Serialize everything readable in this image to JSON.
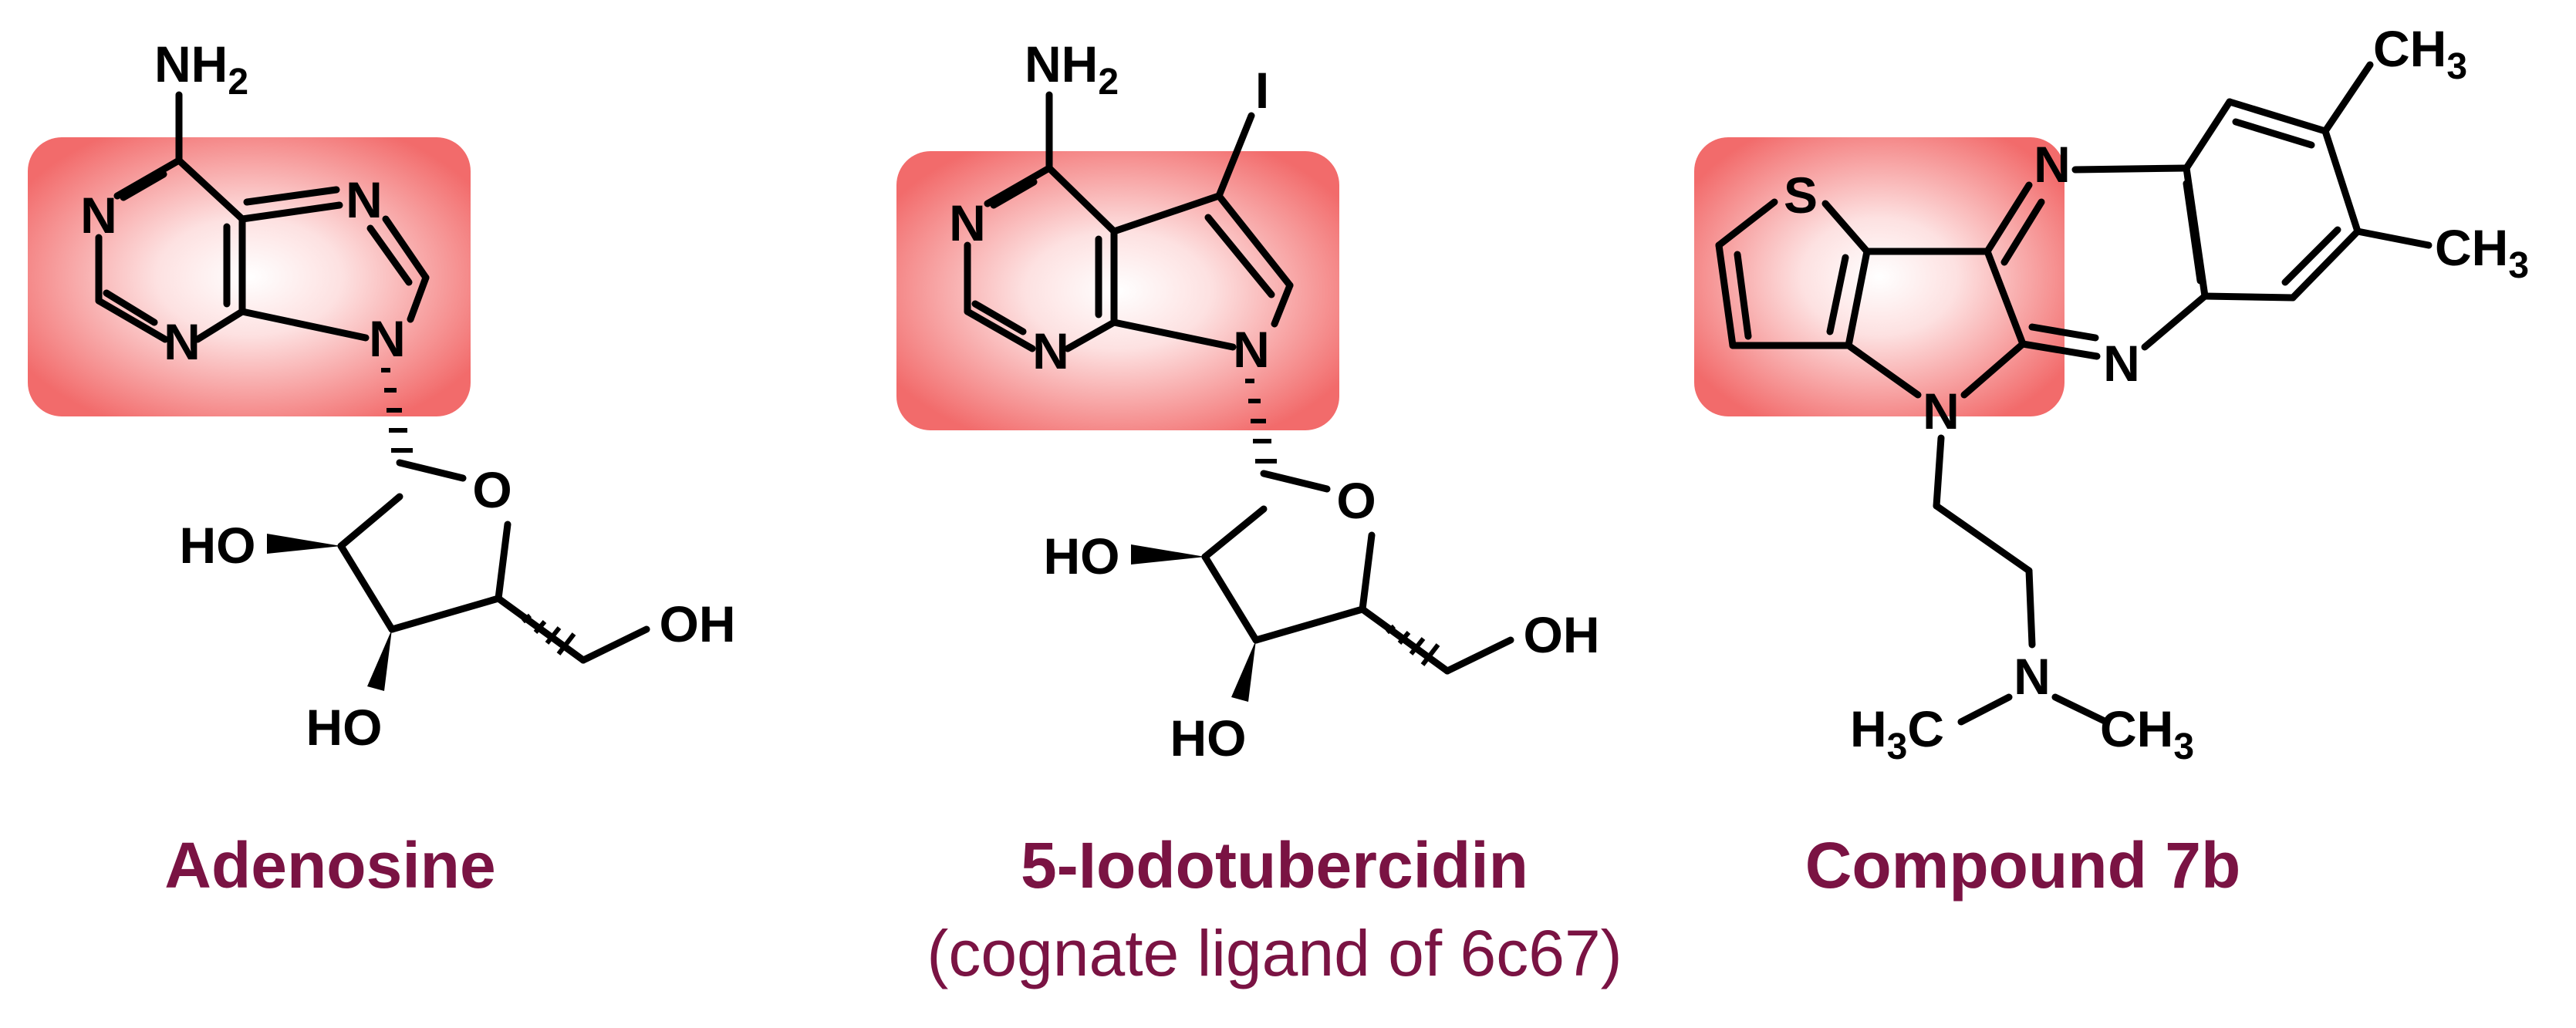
{
  "colors": {
    "caption": "#7a1343",
    "highlight_edge": "#f26b6b",
    "highlight_center": "#ffffff",
    "bond": "#000000"
  },
  "molecules": [
    {
      "name": "Adenosine",
      "atoms": {
        "nh2_a": "NH",
        "nh2_b": "2",
        "n1": "N",
        "n3": "N",
        "n7": "N",
        "n9": "N",
        "o_ring": "O",
        "oh_2": "HO",
        "oh_3": "HO",
        "oh_5": "OH"
      }
    },
    {
      "name": "5-Iodotubercidin",
      "subtitle": "(cognate ligand of 6c67)",
      "atoms": {
        "nh2_a": "NH",
        "nh2_b": "2",
        "iodo": "I",
        "n1": "N",
        "n3": "N",
        "n9": "N",
        "o_ring": "O",
        "oh_2": "HO",
        "oh_3": "HO",
        "oh_5": "OH"
      }
    },
    {
      "name": "Compound 7b",
      "atoms": {
        "s": "S",
        "n_top": "N",
        "n_bottom": "N",
        "n_ring": "N",
        "ch3_top_a": "CH",
        "ch3_top_b": "3",
        "ch3_mid_a": "CH",
        "ch3_mid_b": "3",
        "n_amine": "N",
        "h3c_a": "H",
        "h3c_b": "3",
        "h3c_c": "C",
        "ch3_right_a": "CH",
        "ch3_right_b": "3"
      }
    }
  ]
}
